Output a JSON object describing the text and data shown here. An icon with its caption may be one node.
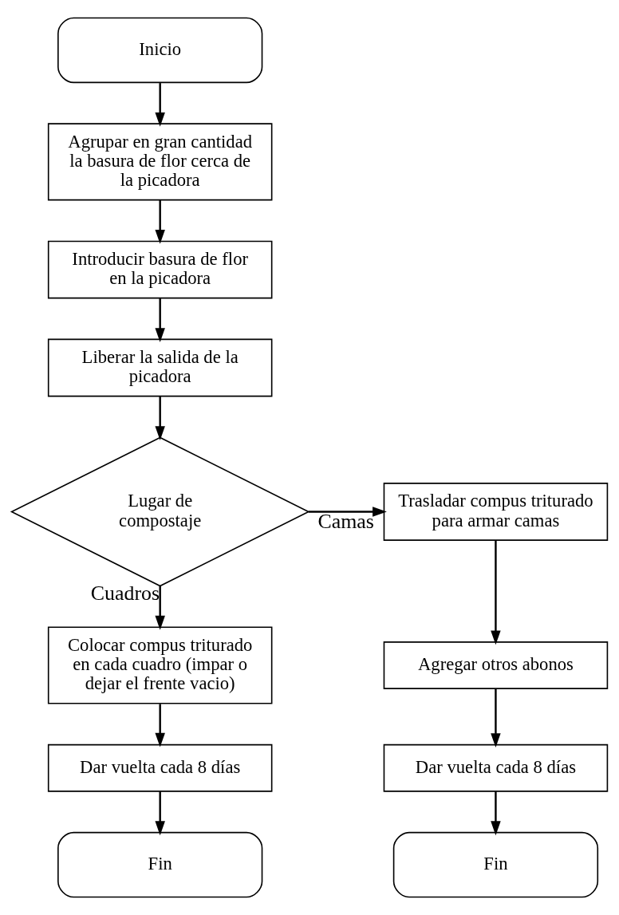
{
  "diagram": {
    "nodes": [
      {
        "text": [
          "Inicio"
        ]
      },
      {
        "text": [
          "Agrupar en gran cantidad la basura de flor cerca de la picadora"
        ]
      },
      {
        "text": [
          "Introducir basura de flor en la picadora"
        ]
      },
      {
        "text": [
          "Liberar la salida de la picadora"
        ]
      },
      {
        "text": [
          "Lugar de compostaje"
        ]
      },
      {
        "text": [
          "Trasladar compus triturado para armar camas"
        ]
      },
      {
        "text": [
          "Agregar otros abonos"
        ]
      },
      {
        "text": [
          "Dar vuelta cada 8 días"
        ]
      },
      {
        "text": [
          "Fin"
        ]
      },
      {
        "text": [
          "Colocar compus triturado en cada cuadro (impar o dejar el frente vacio)"
        ]
      },
      {
        "text": [
          "Dar vuelta cada 8 días"
        ]
      },
      {
        "text": [
          "Fin"
        ]
      }
    ],
    "edges": [
      {
        "from": 0,
        "to": 1,
        "arrow": "to"
      },
      {
        "from": 1,
        "to": 2,
        "arrow": "to"
      },
      {
        "from": 2,
        "to": 3,
        "arrow": "to"
      },
      {
        "from": 3,
        "to": 4,
        "arrow": "to"
      },
      {
        "from": 4,
        "to": 5,
        "arrow": "to",
        "label": "Camas"
      },
      {
        "from": 5,
        "to": 6,
        "arrow": "to"
      },
      {
        "from": 6,
        "to": 7,
        "arrow": "to"
      },
      {
        "from": 7,
        "to": 8,
        "arrow": "to"
      },
      {
        "from": 4,
        "to": 9,
        "arrow": "to",
        "label": "Cuadros"
      },
      {
        "from": 9,
        "to": 10,
        "arrow": "to"
      },
      {
        "from": 10,
        "to": 11,
        "arrow": "to"
      }
    ]
  }
}
